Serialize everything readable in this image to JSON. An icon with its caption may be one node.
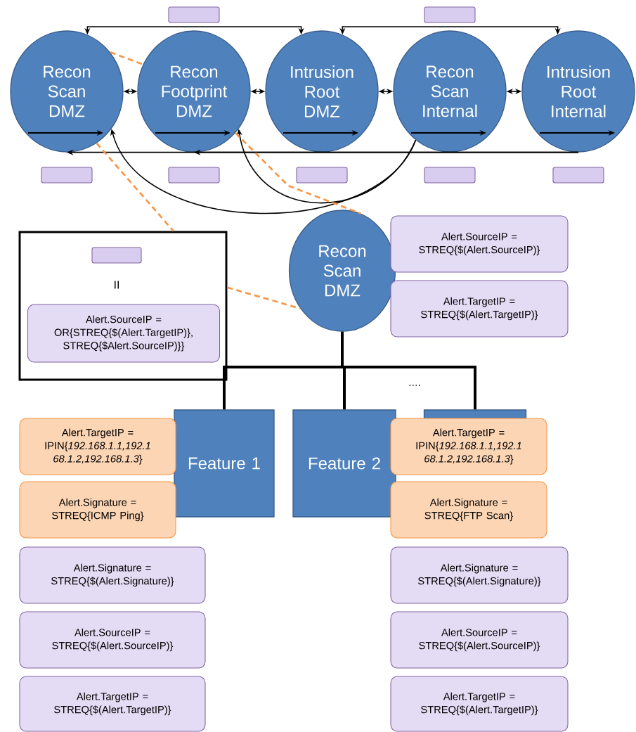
{
  "diagram": {
    "nodes": [
      {
        "text": [
          "Recon Scan DMZ"
        ]
      },
      {
        "text": [
          "Recon Footprint DMZ"
        ]
      },
      {
        "text": [
          "Intrusion Root DMZ"
        ]
      },
      {
        "text": [
          "Recon Scan Internal"
        ]
      },
      {
        "text": [
          "Intrusion Root Internal"
        ]
      },
      {
        "text": [],
        "shape": "box"
      },
      {
        "text": [],
        "shape": "box"
      },
      {
        "text": [],
        "shape": "box"
      },
      {
        "text": [],
        "shape": "box"
      },
      {
        "text": [],
        "shape": "box"
      },
      {
        "text": [],
        "shape": "box"
      },
      {
        "text": [],
        "shape": "box"
      },
      {
        "text": [],
        "shape": "box"
      },
      {
        "text": [],
        "shape": "box",
        "in": 12
      },
      {
        "text": [
          "Alert.SourceIP = OR{STREQ{$(Alert.TargetIP)}, STREQ{$Alert.SourceIP)}}"
        ],
        "in": 12
      },
      {
        "text": [
          "Recon Scan DMZ"
        ]
      },
      {
        "text": [
          "Alert.SourceIP = STREQ{$(Alert.SourceIP)}"
        ]
      },
      {
        "text": [
          "Alert.TargetIP = STREQ{$(Alert.TargetIP)}"
        ]
      },
      {
        "text": [
          "Feature 1"
        ]
      },
      {
        "text": [
          "Feature 2"
        ]
      },
      {
        "text": [],
        "shape": "box"
      },
      {
        "text": [
          "Alert.TargetIP = IPIN{*192.168.1.1,192.1 68.1.2,192.168.1.3*}"
        ]
      },
      {
        "text": [
          "Alert.TargetIP = IPIN{*192.168.1.1,192.1 68.1.2,192.168.1.3*}"
        ]
      },
      {
        "text": [
          "Alert.Signature = STREQ{ICMP Ping}"
        ]
      },
      {
        "text": [
          "Alert.Signature = STREQ{FTP Scan}"
        ]
      },
      {
        "text": [
          "Alert.Signature = STREQ{$(Alert.Signature)}"
        ]
      },
      {
        "text": [
          "Alert.Signature = STREQ{$(Alert.Signature)}"
        ]
      },
      {
        "text": [
          "Alert.SourceIP = STREQ{$(Alert.SourceIP)}"
        ]
      },
      {
        "text": [
          "Alert.SourceIP = STREQ{$(Alert.SourceIP)}"
        ]
      },
      {
        "text": [
          "Alert.TargetIP = STREQ{$(Alert.TargetIP)}"
        ]
      },
      {
        "text": [
          "Alert.TargetIP = STREQ{$(Alert.TargetIP)}"
        ]
      }
    ],
    "edges": [
      {
        "from": 0,
        "to": 2,
        "arrow": "both"
      },
      {
        "from": 2,
        "to": 4,
        "arrow": "both"
      },
      {
        "from": 0,
        "to": 1,
        "arrow": "both"
      },
      {
        "from": 1,
        "to": 2,
        "arrow": "both"
      },
      {
        "from": 2,
        "to": 3,
        "arrow": "both"
      },
      {
        "from": 3,
        "to": 4,
        "arrow": "both"
      },
      {
        "from": 4,
        "to": 0,
        "arrow": "to"
      },
      {
        "from": 4,
        "to": 1,
        "arrow": "to"
      },
      {
        "from": 3,
        "to": 0,
        "arrow": "to"
      },
      {
        "from": 3,
        "to": 1,
        "arrow": "to"
      },
      {
        "from": 0,
        "to": 1,
        "arrow": "none",
        "style": "dashed",
        "color": "#f79646"
      },
      {
        "from": 0,
        "to": 12,
        "arrow": "none",
        "style": "dashed",
        "color": "#f79646"
      },
      {
        "from": 1,
        "to": 15,
        "arrow": "none",
        "style": "dashed",
        "color": "#f79646"
      },
      {
        "from": 12,
        "to": 15,
        "arrow": "none",
        "style": "dashed",
        "color": "#f79646"
      },
      {
        "from": 15,
        "to": 18,
        "arrow": "none",
        "style": "thick"
      },
      {
        "from": 15,
        "to": 19,
        "arrow": "none",
        "style": "thick"
      },
      {
        "from": 15,
        "to": 20,
        "arrow": "none",
        "style": "thick"
      }
    ],
    "labels": [
      "II",
      "...."
    ]
  }
}
